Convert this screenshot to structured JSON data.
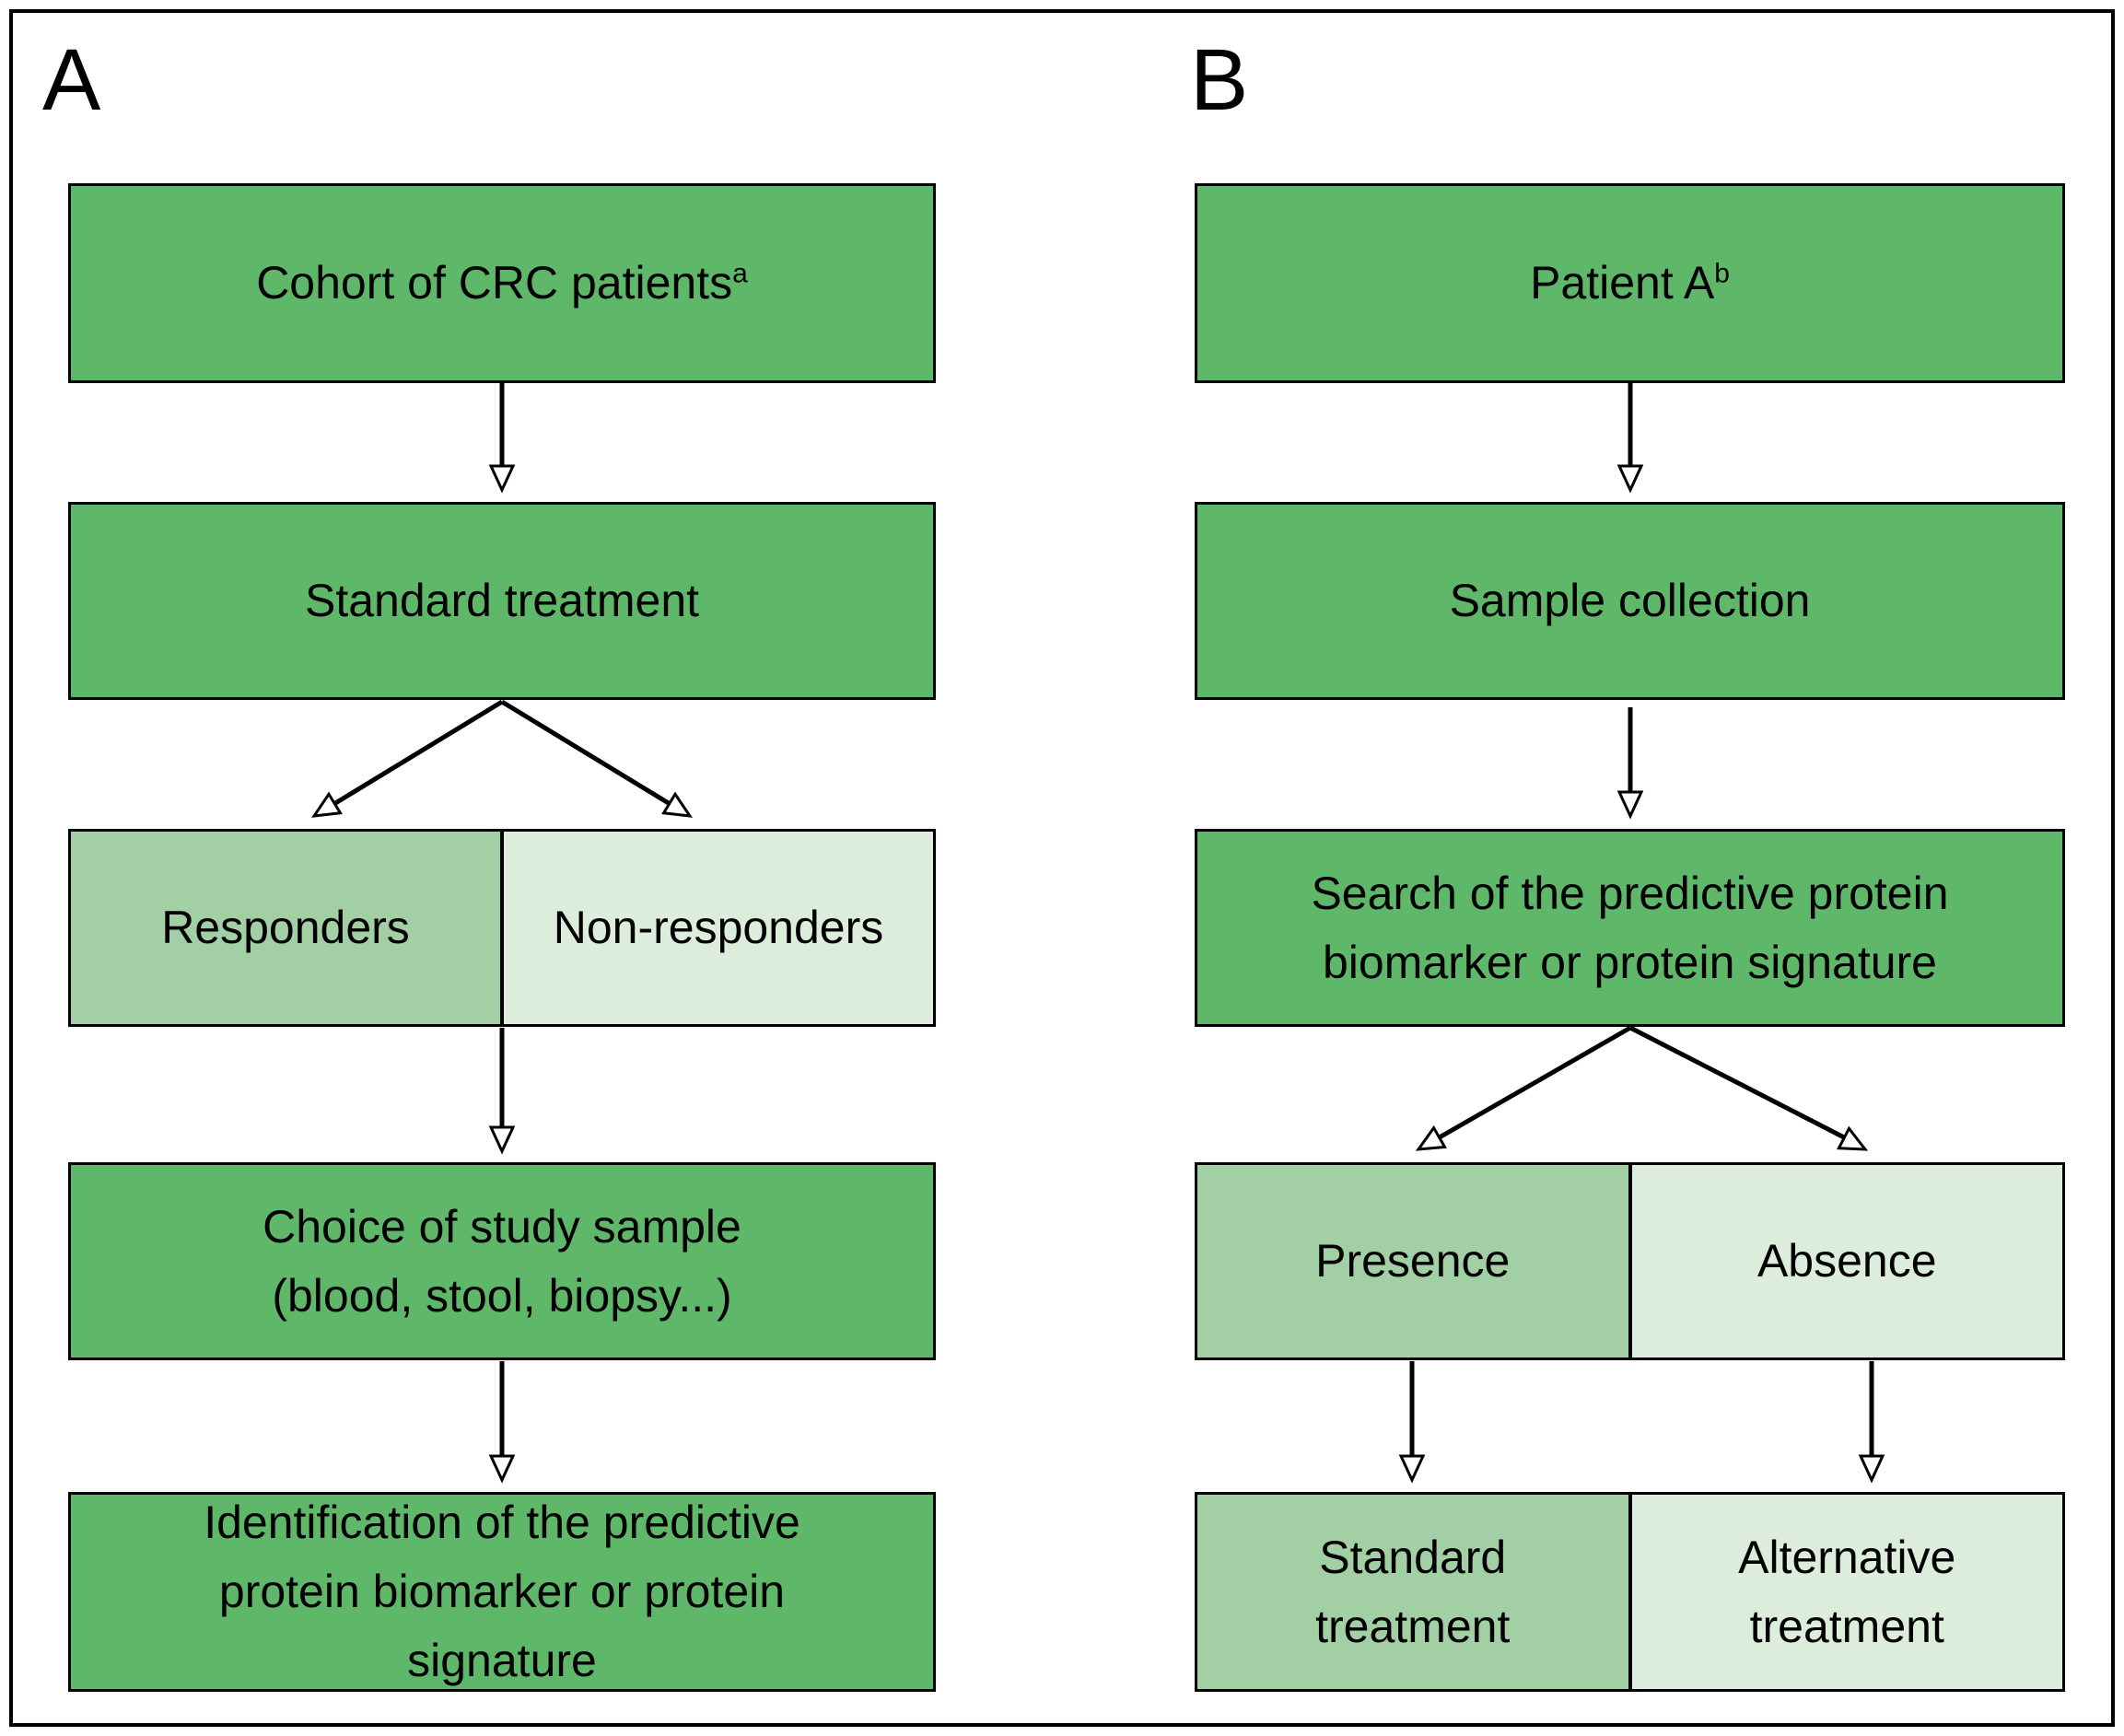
{
  "figure": {
    "panel_a": {
      "label": "A",
      "cohort": {
        "text": "Cohort of CRC patients",
        "superscript": "a"
      },
      "standard_treatment": "Standard treatment",
      "responders": "Responders",
      "non_responders": "Non-responders",
      "choice_of_sample": [
        "Choice of study sample",
        "(blood, stool, biopsy...)"
      ],
      "identification": [
        "Identification of the predictive",
        "protein biomarker or protein",
        "signature"
      ]
    },
    "panel_b": {
      "label": "B",
      "patient": {
        "text": "Patient A",
        "superscript": "b"
      },
      "sample_collection": "Sample collection",
      "search": [
        "Search of the predictive protein",
        "biomarker or protein signature"
      ],
      "presence": "Presence",
      "absence": "Absence",
      "standard_treatment": [
        "Standard",
        "treatment"
      ],
      "alternative_treatment": [
        "Alternative",
        "treatment"
      ]
    },
    "colors": {
      "box_green": "#5fb76a",
      "box_green_medium": "#a3cfa4",
      "box_green_light": "#dceddc",
      "border": "#000000",
      "background": "#ffffff"
    }
  }
}
